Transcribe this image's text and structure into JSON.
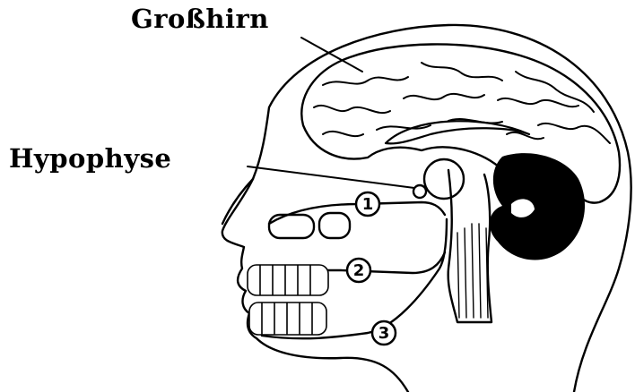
{
  "labels": {
    "cerebrum": "Großhirn",
    "pituitary": "Hypophyse"
  },
  "markers": [
    {
      "id": "1",
      "text": "1"
    },
    {
      "id": "2",
      "text": "2"
    },
    {
      "id": "3",
      "text": "3"
    }
  ],
  "colors": {
    "ink": "#000000",
    "paper": "#ffffff"
  }
}
